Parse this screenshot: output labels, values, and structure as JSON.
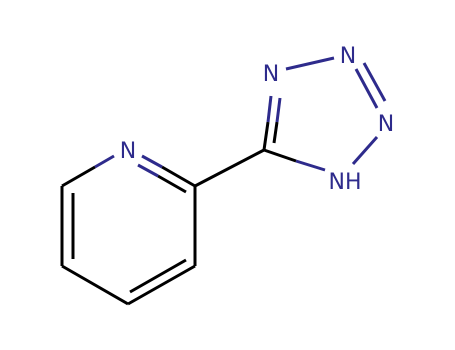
{
  "molecule": {
    "colors": {
      "carbon_bond": "#000000",
      "nitrogen": "#2e2b8c",
      "background": "#ffffff"
    },
    "atoms": {
      "pyridine_n": "N",
      "tetrazole_n3": "N",
      "tetrazole_n2": "N",
      "tetrazole_n1": "N",
      "tetrazole_nh": "NH"
    }
  }
}
